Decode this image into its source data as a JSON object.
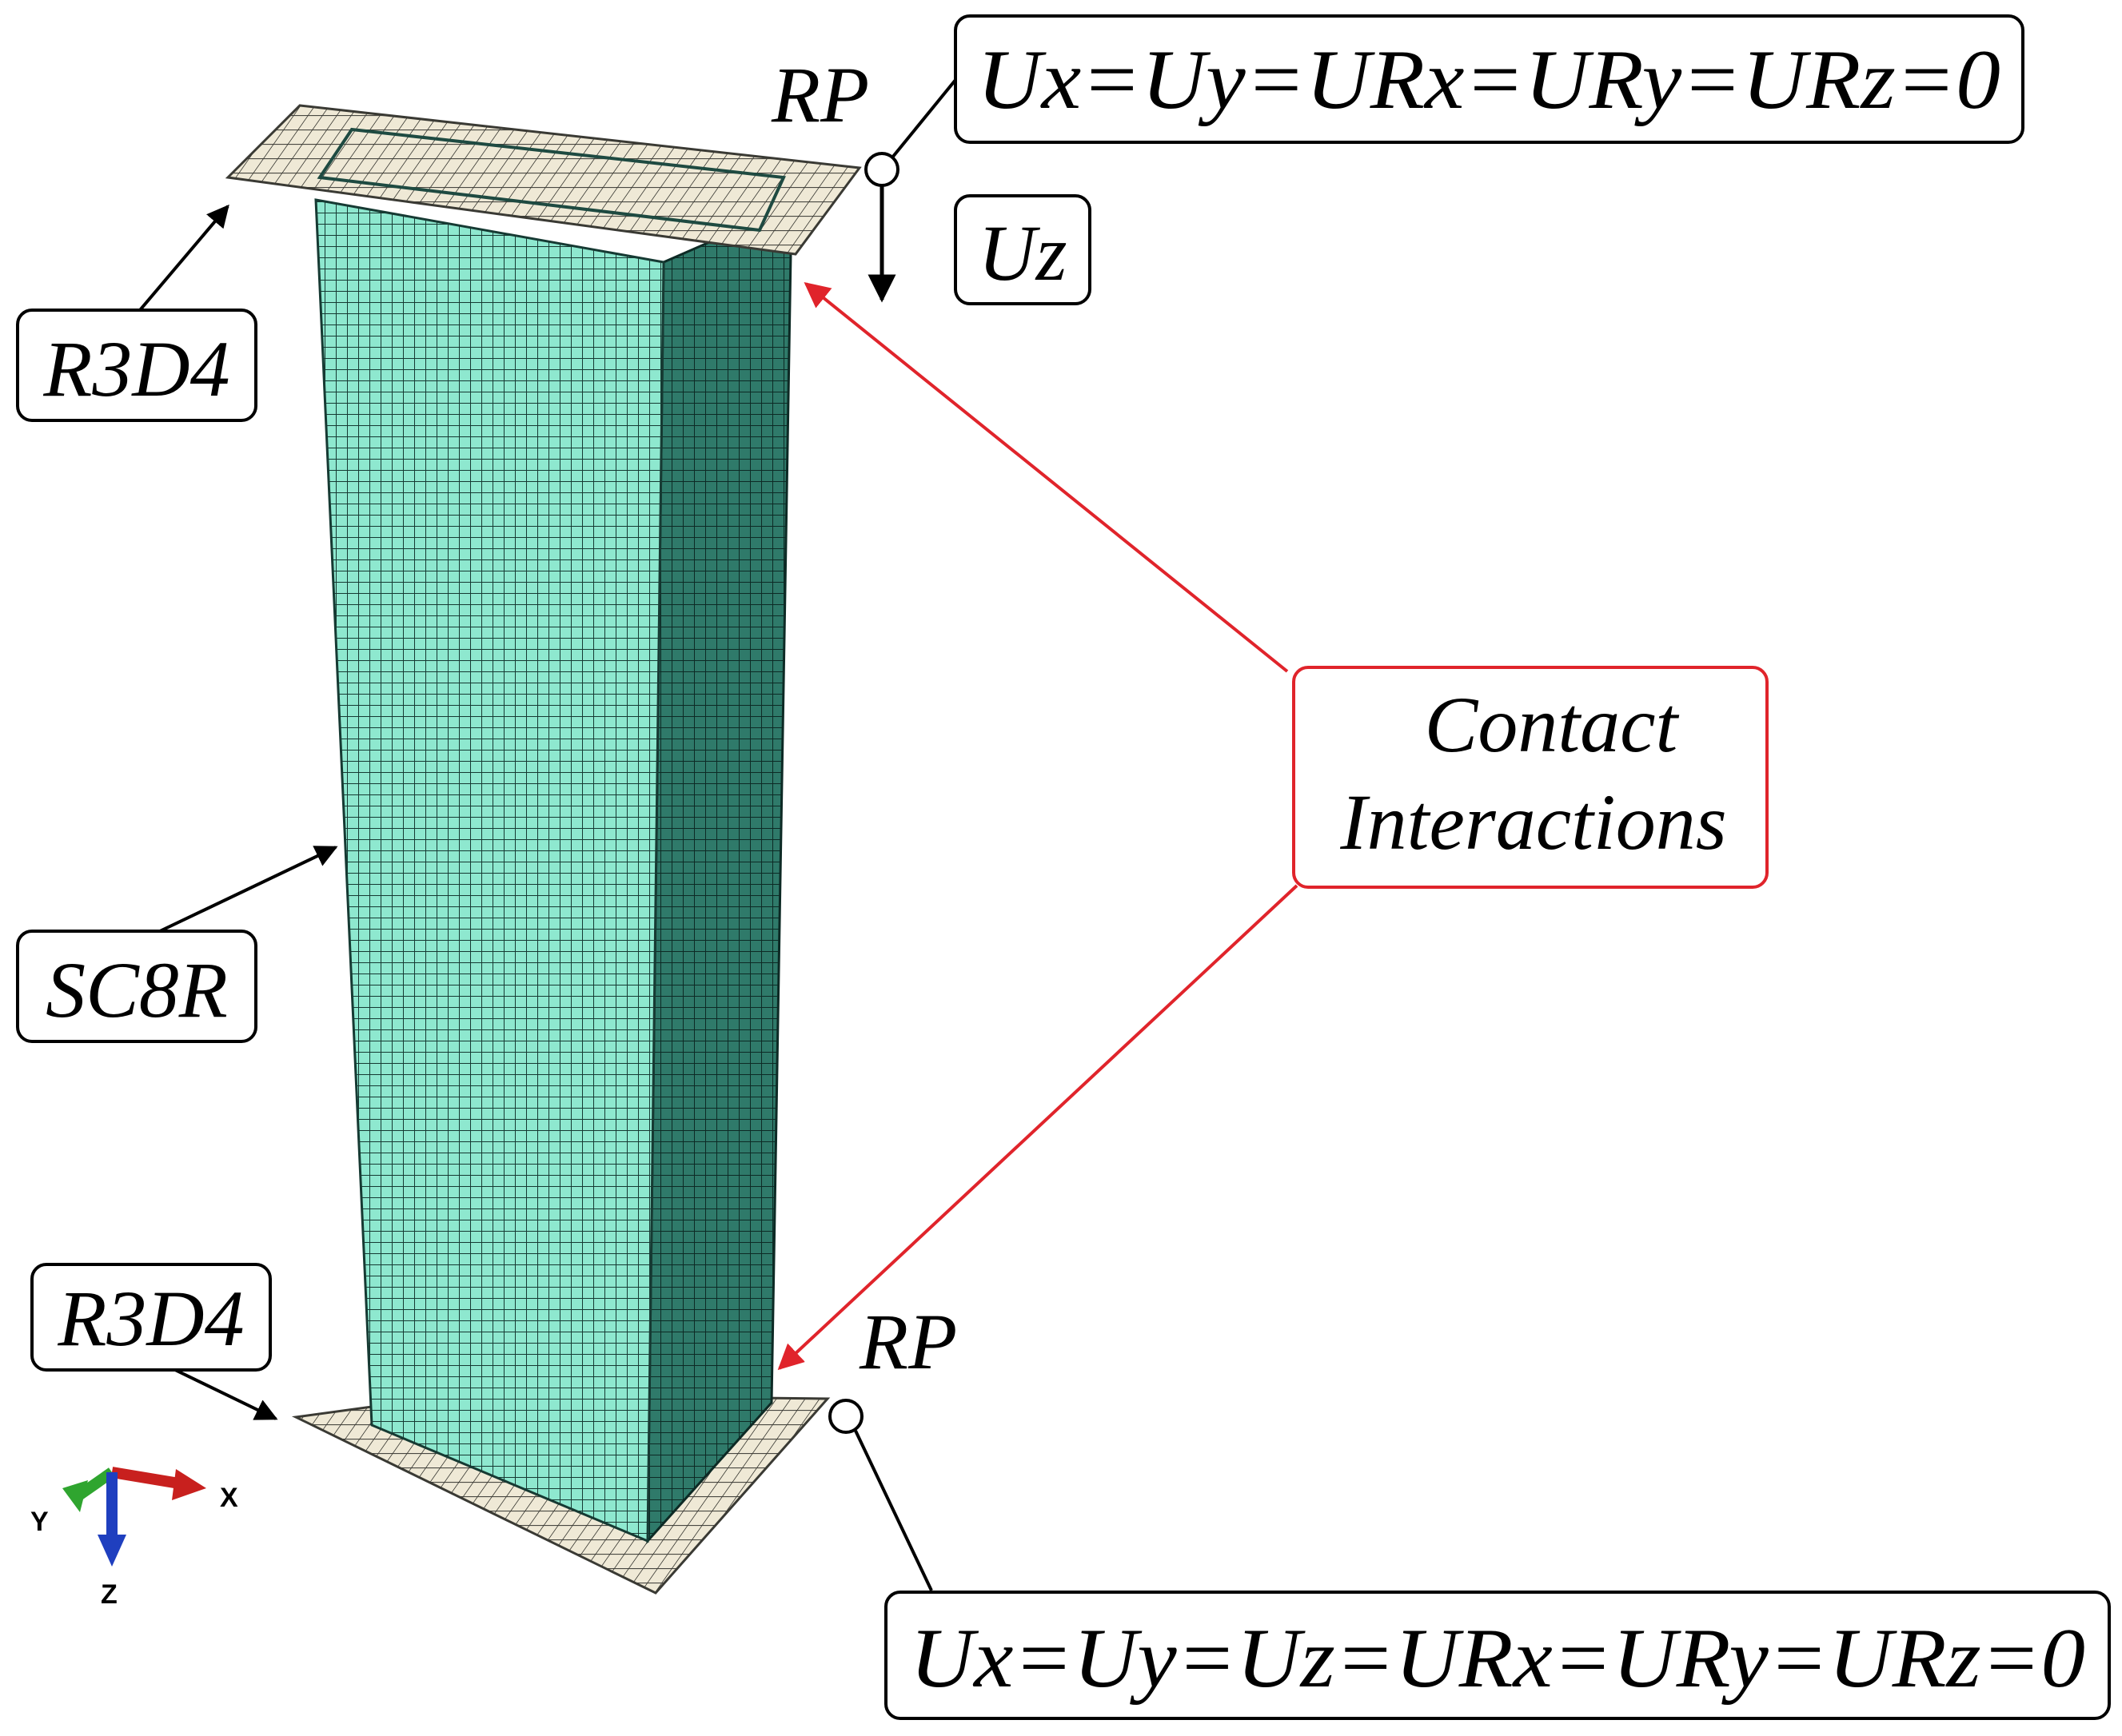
{
  "labels": {
    "rp_top": "RP",
    "rp_bottom": "RP",
    "bc_top": "Ux=Uy=URx=URy=URz=0",
    "uz": "Uz",
    "r3d4_top": "R3D4",
    "sc8r": "SC8R",
    "r3d4_bottom": "R3D4",
    "contact_line1": "Contact",
    "contact_line2": "Interactions",
    "bc_bottom": "Ux=Uy=Uz=URx=URy=URz=0"
  },
  "triad": {
    "x": "X",
    "y": "Y",
    "z": "Z"
  },
  "colors": {
    "column": "#8ee8cf",
    "column_side": "#2f7a6a",
    "plate": "#efe9d6",
    "mesh": "#163a33",
    "contact": "#e0242b",
    "axis_x": "#c8201e",
    "axis_y": "#2fa52f",
    "axis_z": "#1f3fbf"
  }
}
